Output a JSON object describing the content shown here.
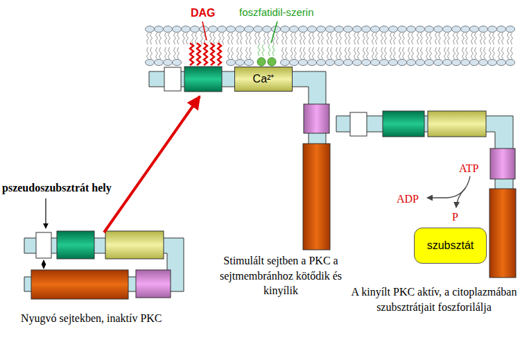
{
  "diagram": {
    "nodes": [
      {
        "text": [
          "Ca²⁺"
        ]
      },
      {
        "text": [
          "szubsztát"
        ]
      }
    ],
    "labels": [
      "DAG",
      "foszfatidil-szerin",
      "pszeudoszubsztrát hely",
      "Stimulált sejtben a PKC a sejtmembránhoz kötődik és kinyílik",
      "ATP",
      "ADP",
      "P",
      "A kinyílt PKC aktív, a citoplazmában szubsztrátjait foszforilálja",
      "Nyugvó sejtekben, inaktív PKC"
    ]
  }
}
